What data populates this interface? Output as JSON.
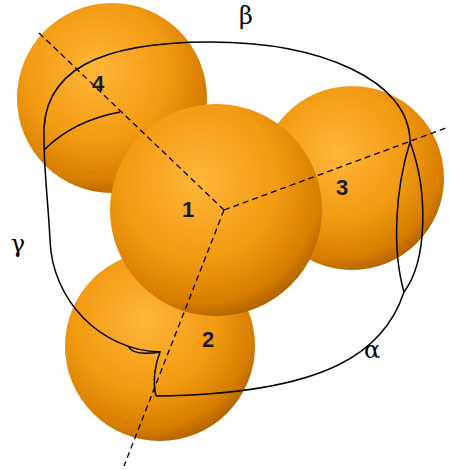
{
  "diagram": {
    "nodes": [
      {
        "text": [
          "1"
        ]
      },
      {
        "text": [
          "2"
        ]
      },
      {
        "text": [
          "3"
        ]
      },
      {
        "text": [
          "4"
        ]
      }
    ],
    "labels": [
      "β",
      "γ",
      "α"
    ]
  }
}
